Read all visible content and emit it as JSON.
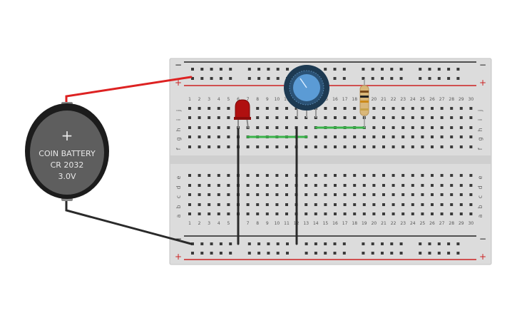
{
  "battery": {
    "line1": "COIN BATTERY",
    "line2": "CR 2032",
    "line3": "3.0V",
    "plus_sign": "+"
  },
  "breadboard": {
    "columns": 30,
    "rows_top": [
      "j",
      "i",
      "h",
      "g",
      "f"
    ],
    "rows_bottom": [
      "e",
      "d",
      "c",
      "b",
      "a"
    ],
    "rail_minus": "−",
    "rail_plus": "+"
  },
  "colors": {
    "board": "#dcdcdc",
    "board_gap": "#cfcfcf",
    "rail_red": "#cc2222",
    "rail_black": "#222222",
    "wire_red": "#dd2222",
    "wire_black": "#2a2a2a",
    "jumper_green": "#3ab34a",
    "led_red": "#b01010",
    "pot_body": "#1d3a52",
    "pot_knob": "#5b9bd5",
    "battery_body": "#5e5e5e",
    "battery_dark": "#1c1c1c"
  },
  "components": [
    "coin-battery",
    "red-led",
    "potentiometer",
    "resistor",
    "green-jumpers",
    "black-wires"
  ]
}
